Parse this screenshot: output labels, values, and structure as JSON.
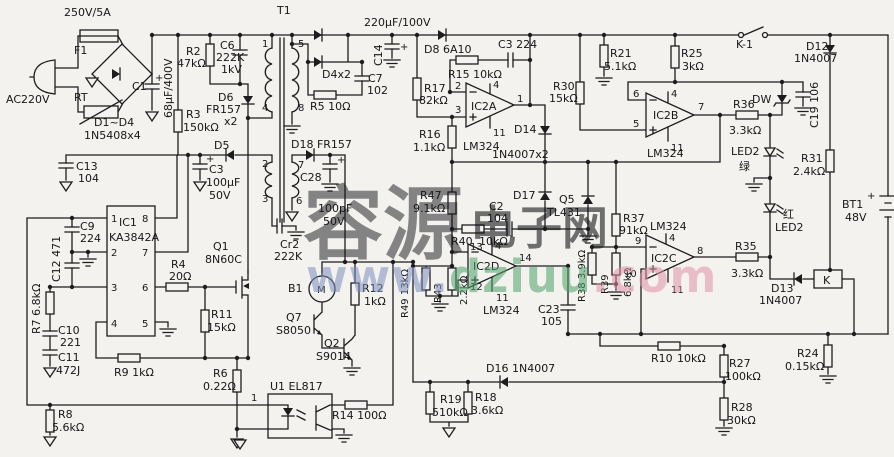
{
  "watermark": {
    "cn1": "容源",
    "cn2": "电子网",
    "www": "www.",
    "dziuu": "dziuu",
    "com": ".com",
    "color_blue": "#5a7bc8",
    "color_pink": "#e093a8",
    "color_green": "#4fa36b",
    "color_url": "#7c8fc0"
  },
  "labels": {
    "n1": "1",
    "n2": "2",
    "n3": "3",
    "n4": "4",
    "n5": "5",
    "n6": "6",
    "n7": "7",
    "n8": "8",
    "n9": "9",
    "n10": "10",
    "n11": "11",
    "n12": "12",
    "n13": "13",
    "n14": "14",
    "plus": "+",
    "ac": "AC220V",
    "fuse": "250V/5A",
    "f1": "F1",
    "rt": "RT",
    "d14l": "D1~D4",
    "d14v": "1N5408x4",
    "c1": "C1",
    "c1v": "68µF/400V",
    "r2": "R2",
    "r2v": "47kΩ",
    "c6": "C6",
    "c6a": "222K",
    "c6b": "1kV",
    "t1": "T1",
    "d6": "D6",
    "d6a": "FR157",
    "d6b": "x2",
    "r3": "R3",
    "r3v": "150kΩ",
    "d5": "D5",
    "c3": "C3",
    "c3a": "100µF",
    "c3b": "50V",
    "c13": "C13",
    "c13v": "104",
    "c9": "C9",
    "c9v": "224",
    "c12": "C12 471",
    "r7": "R7 6.8kΩ",
    "ic1": "IC1",
    "ic1v": "KA3842A",
    "q1": "Q1",
    "q1v": "8N60C",
    "r4": "R4",
    "r4v": "20Ω",
    "r11": "R11",
    "r11v": "15kΩ",
    "c10": "C10",
    "c10v": "221",
    "c11": "C11",
    "c11v": "472J",
    "r9": "R9 1kΩ",
    "r6": "R6",
    "r6v": "0.22Ω",
    "r8": "R8",
    "r8v": "5.6kΩ",
    "u1": "U1 EL817",
    "r14": "R14 100Ω",
    "q7": "Q7",
    "q7v": "S8050",
    "q2": "Q2",
    "q2v": "S9014",
    "b1": "B1",
    "m": "M",
    "r12": "R12",
    "r12v": "1kΩ",
    "d18": "D18 FR157",
    "c28": "C28",
    "c28a": "100pF",
    "c28b": "50V",
    "cr2": "Cr2",
    "cr2v": "222K",
    "cap220": "220µF/100V",
    "d4x2": "D4x2",
    "r5": "R5 10Ω",
    "c14": "C14",
    "c7": "C7",
    "c7v": "102",
    "d8": "D8 6A10",
    "c3f": "C3 224",
    "r15": "R15 10kΩ",
    "r17": "R17",
    "r17v": "82kΩ",
    "r16": "R16",
    "r16v": "1.1kΩ",
    "ic2a": "IC2A",
    "lm": "LM324",
    "d14d": "D14",
    "d14dv": "1N4007x2",
    "r30": "R30",
    "r30v": "15kΩ",
    "r21": "R21",
    "r21v": "5.1kΩ",
    "r25": "R25",
    "r25v": "3kΩ",
    "k1": "K-1",
    "d12": "D12",
    "d12v": "1N4007",
    "dw": "DW",
    "c19": "C19 106",
    "ic2b": "IC2B",
    "r36": "R36",
    "r36v": "3.3kΩ",
    "led2": "LED2",
    "green": "绿",
    "red": "红",
    "r31": "R31",
    "r31v": "2.4kΩ",
    "bt1": "BT1",
    "bt1v": "48V",
    "r47": "R47",
    "r47v": "9.1kΩ",
    "r40": "R40",
    "r40v": "10kΩ",
    "c2": "C2",
    "c2v": "104",
    "d17": "D17",
    "q5": "Q5",
    "q5v": "TL431",
    "ic2d": "IC2D",
    "r43": "R43",
    "r43v": "2.2kΩ",
    "r49": "R49 13kΩ",
    "c23": "C23",
    "c23v": "105",
    "r37": "R37",
    "r37v": "91kΩ",
    "r38": "R38 3.9kΩ",
    "r39": "R39",
    "r39v": "6.8kΩ",
    "ic2c": "IC2C",
    "r35": "R35",
    "r35v": "3.3kΩ",
    "d13": "D13",
    "d13v": "1N4007",
    "kk": "K",
    "r10": "R10",
    "r10v": "10kΩ",
    "r27": "R27",
    "r27v": "100kΩ",
    "r28": "R28",
    "r28v": "30kΩ",
    "r24": "R24",
    "r24v": "0.15kΩ",
    "d16": "D16 1N4007",
    "r19": "R19",
    "r19v": "510kΩ",
    "r18": "R18",
    "r18v": "3.6kΩ"
  }
}
